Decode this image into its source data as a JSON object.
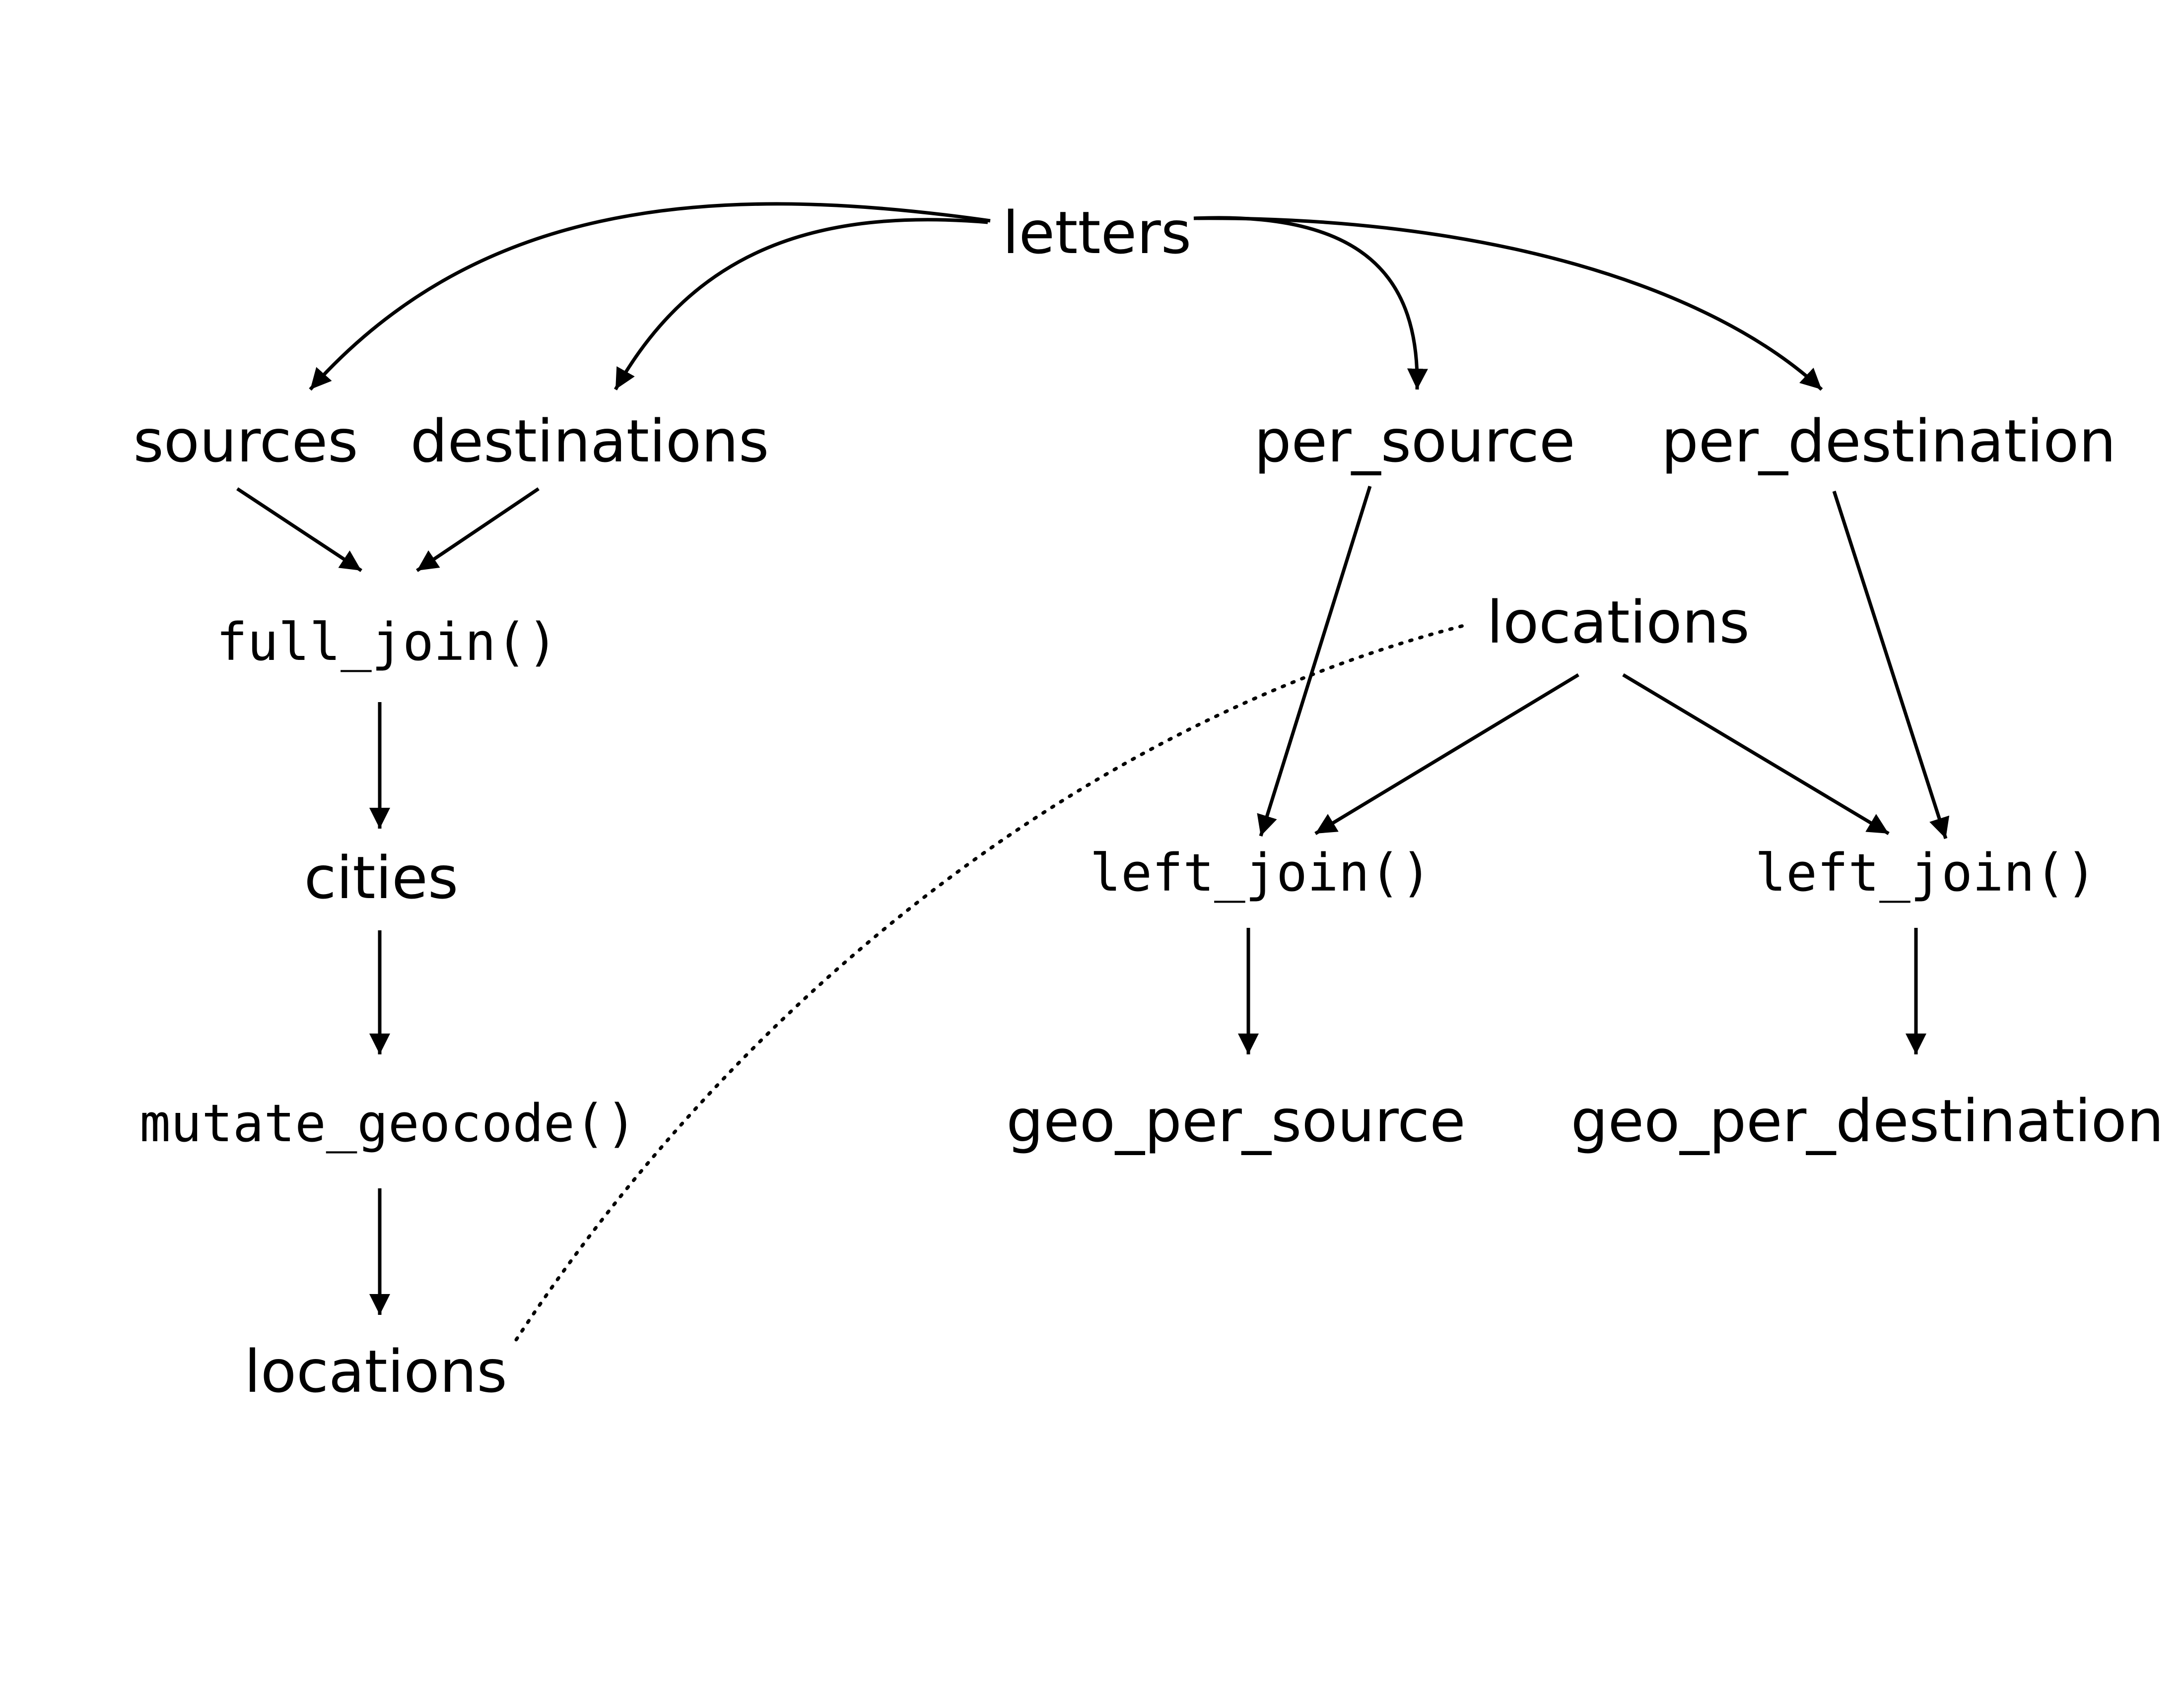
{
  "diagram": {
    "nodes": {
      "letters": "letters",
      "sources": "sources",
      "destinations": "destinations",
      "per_source": "per_source",
      "per_destination": "per_destination",
      "full_join": "full_join()",
      "cities": "cities",
      "mutate_geocode": "mutate_geocode()",
      "locations_bottom": "locations",
      "locations_right": "locations",
      "left_join_source": "left_join()",
      "left_join_destination": "left_join()",
      "geo_per_source": "geo_per_source",
      "geo_per_destination": "geo_per_destination"
    },
    "edges": [
      {
        "from": "letters",
        "to": "sources",
        "style": "solid-arrow"
      },
      {
        "from": "letters",
        "to": "destinations",
        "style": "solid-arrow"
      },
      {
        "from": "letters",
        "to": "per_source",
        "style": "solid-arrow"
      },
      {
        "from": "letters",
        "to": "per_destination",
        "style": "solid-arrow"
      },
      {
        "from": "sources",
        "to": "full_join",
        "style": "solid-arrow"
      },
      {
        "from": "destinations",
        "to": "full_join",
        "style": "solid-arrow"
      },
      {
        "from": "full_join",
        "to": "cities",
        "style": "solid-arrow"
      },
      {
        "from": "cities",
        "to": "mutate_geocode",
        "style": "solid-arrow"
      },
      {
        "from": "mutate_geocode",
        "to": "locations_bottom",
        "style": "solid-arrow"
      },
      {
        "from": "locations_bottom",
        "to": "locations_right",
        "style": "dotted"
      },
      {
        "from": "per_source",
        "to": "left_join_source",
        "style": "solid-arrow"
      },
      {
        "from": "locations_right",
        "to": "left_join_source",
        "style": "solid-arrow"
      },
      {
        "from": "locations_right",
        "to": "left_join_destination",
        "style": "solid-arrow"
      },
      {
        "from": "per_destination",
        "to": "left_join_destination",
        "style": "solid-arrow"
      },
      {
        "from": "left_join_source",
        "to": "geo_per_source",
        "style": "solid-arrow"
      },
      {
        "from": "left_join_destination",
        "to": "geo_per_destination",
        "style": "solid-arrow"
      }
    ]
  }
}
